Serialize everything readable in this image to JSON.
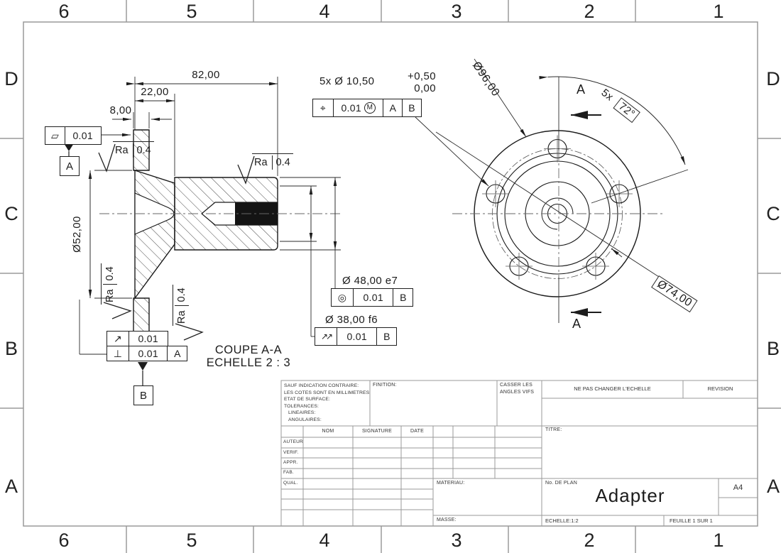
{
  "sheet": {
    "cols": [
      "6",
      "5",
      "4",
      "3",
      "2",
      "1"
    ],
    "rows": [
      "D",
      "C",
      "B",
      "A"
    ]
  },
  "section_view": {
    "coupe": "COUPE A-A",
    "echelle": "ECHELLE 2 : 3",
    "dim_82": "82,00",
    "dim_22": "22,00",
    "dim_8": "8,00",
    "dim_d52": "Ø52,00",
    "ra": {
      "label": "Ra",
      "value": "0.4"
    },
    "gdt_flatness": {
      "sym": "▱",
      "val": "0.01"
    },
    "gdt_runout": {
      "sym": "↗",
      "val": "0.01"
    },
    "gdt_perp": {
      "sym": "⊥",
      "val": "0.01",
      "datum": "A"
    },
    "datum_a": "A",
    "datum_b": "B"
  },
  "callouts": {
    "holes": {
      "text": "5x Ø 10,50",
      "upper": "+0,50",
      "lower": "0,00",
      "pos_sym": "⌖",
      "val": "0.01",
      "mod": "M",
      "d1": "A",
      "d2": "B"
    },
    "d48": {
      "text": "Ø 48,00 e7",
      "sym": "◎",
      "val": "0.01",
      "datum": "B"
    },
    "d38": {
      "text": "Ø 38,00 f6",
      "sym": "↗↗",
      "val": "0.01",
      "datum": "B"
    }
  },
  "front_view": {
    "d96": "Ø96,00",
    "d74": "Ø74,00",
    "qty": "5x",
    "angle": "72°",
    "sec_a_top": "A",
    "sec_a_bot": "A"
  },
  "title_block": {
    "notes": [
      "SAUF INDICATION CONTRAIRE:",
      "LES COTES SONT EN MILLIMETRES",
      "ETAT DE SURFACE:",
      "TOLERANCES:",
      "LINEAIRES:",
      "ANGULAIRES:"
    ],
    "finition": "FINITION:",
    "casser1": "CASSER LES",
    "casser2": "ANGLES VIFS",
    "ne_pas": "NE PAS CHANGER L'ECHELLE",
    "revision": "REVISION",
    "nom": "NOM",
    "signature": "SIGNATURE",
    "date": "DATE",
    "rows": [
      "AUTEUR",
      "VERIF.",
      "APPR.",
      "FAB.",
      "QUAL."
    ],
    "materiau": "MATERIAU:",
    "masse": "MASSE:",
    "titre": "TITRE:",
    "no_de_plan": "No. DE PLAN",
    "part_name": "Adapter",
    "size": "A4",
    "echelle": "ECHELLE:1:2",
    "feuille": "FEUILLE 1 SUR 1"
  }
}
